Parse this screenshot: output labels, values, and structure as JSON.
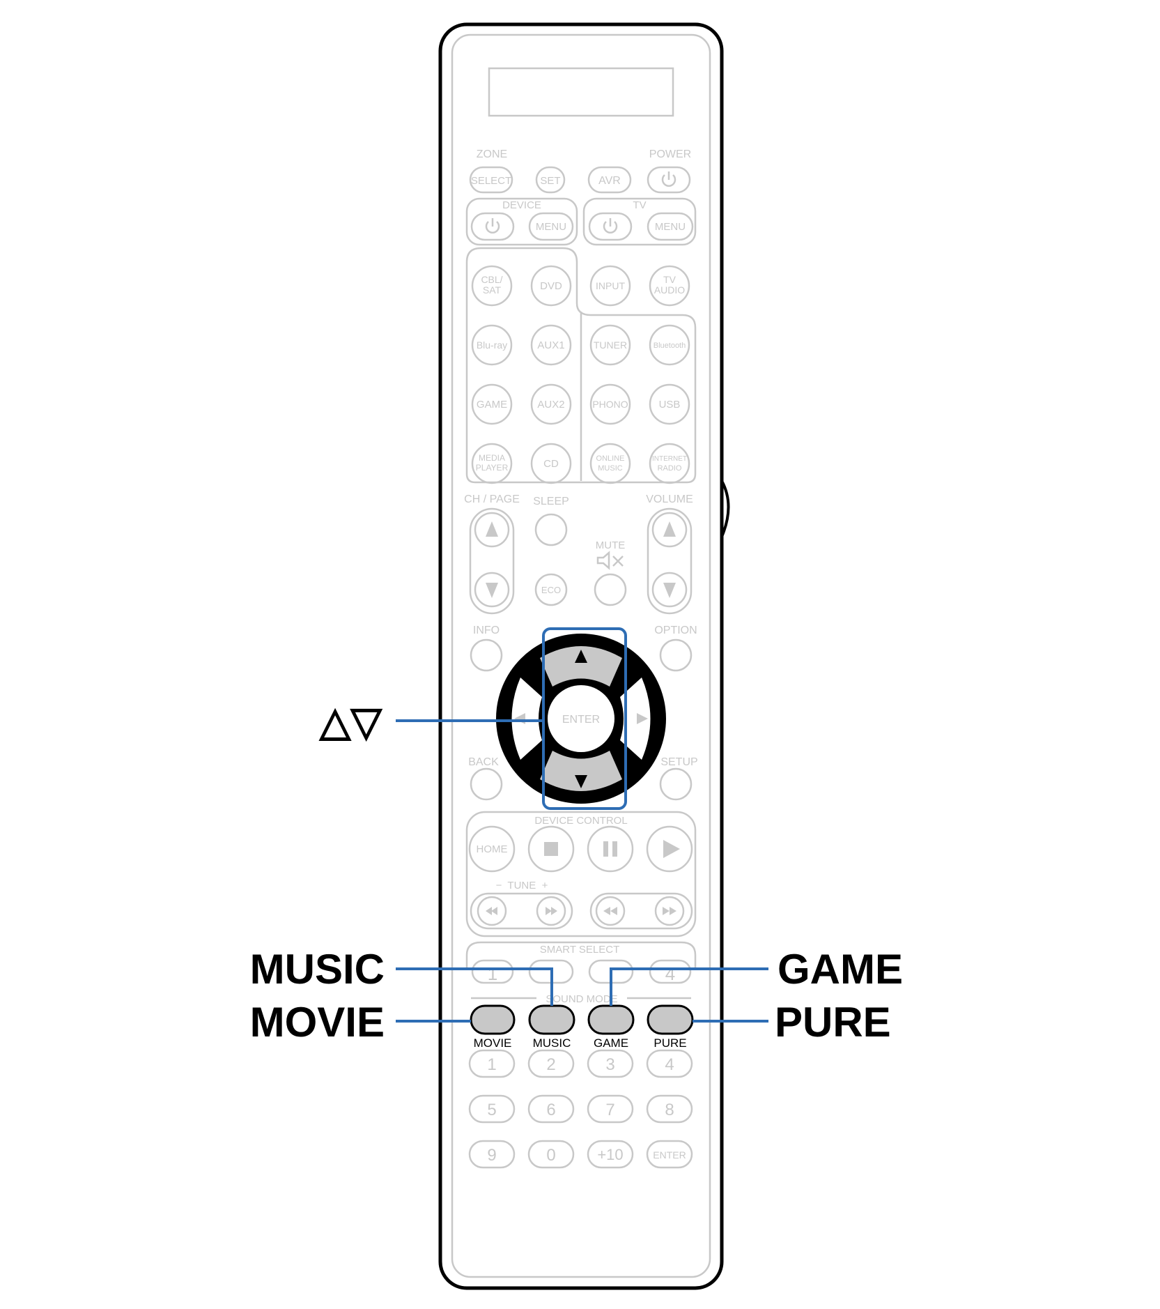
{
  "callouts": {
    "arrows": "△▽",
    "music": "MUSIC",
    "movie": "MOVIE",
    "game": "GAME",
    "pure": "PURE"
  },
  "remote": {
    "top_row": {
      "zone": "ZONE",
      "select": "SELECT",
      "set": "SET",
      "avr": "AVR",
      "power": "POWER"
    },
    "device_label": "DEVICE",
    "tv_label": "TV",
    "menu": "MENU",
    "tv_menu": "MENU",
    "sources": {
      "cbl_sat_1": "CBL/",
      "cbl_sat_2": "SAT",
      "dvd": "DVD",
      "input": "INPUT",
      "tv_audio_1": "TV",
      "tv_audio_2": "AUDIO",
      "bluray": "Blu-ray",
      "aux1": "AUX1",
      "tuner": "TUNER",
      "bluetooth": "Bluetooth",
      "game": "GAME",
      "aux2": "AUX2",
      "phono": "PHONO",
      "usb": "USB",
      "media_1": "MEDIA",
      "media_2": "PLAYER",
      "cd": "CD",
      "online_1": "ONLINE",
      "online_2": "MUSIC",
      "internet_1": "INTERNET",
      "internet_2": "RADIO"
    },
    "ch_page": "CH / PAGE",
    "sleep": "SLEEP",
    "volume": "VOLUME",
    "mute": "MUTE",
    "eco": "ECO",
    "info": "INFO",
    "option": "OPTION",
    "enter": "ENTER",
    "back": "BACK",
    "setup": "SETUP",
    "device_control": "DEVICE CONTROL",
    "home": "HOME",
    "tune": "−  TUNE  +",
    "smart_select": "SMART SELECT",
    "sound_mode": "SOUND MODE",
    "smart_numbers": [
      "1",
      "4"
    ],
    "mode_buttons": [
      "MOVIE",
      "MUSIC",
      "GAME",
      "PURE"
    ],
    "numbers": [
      "1",
      "2",
      "3",
      "4",
      "5",
      "6",
      "7",
      "8",
      "9",
      "0",
      "+10",
      "ENTER"
    ]
  },
  "colors": {
    "callout_line": "#2e6db4",
    "highlight_fill": "#c8c8c8",
    "ghost": "#c8c8c8"
  }
}
